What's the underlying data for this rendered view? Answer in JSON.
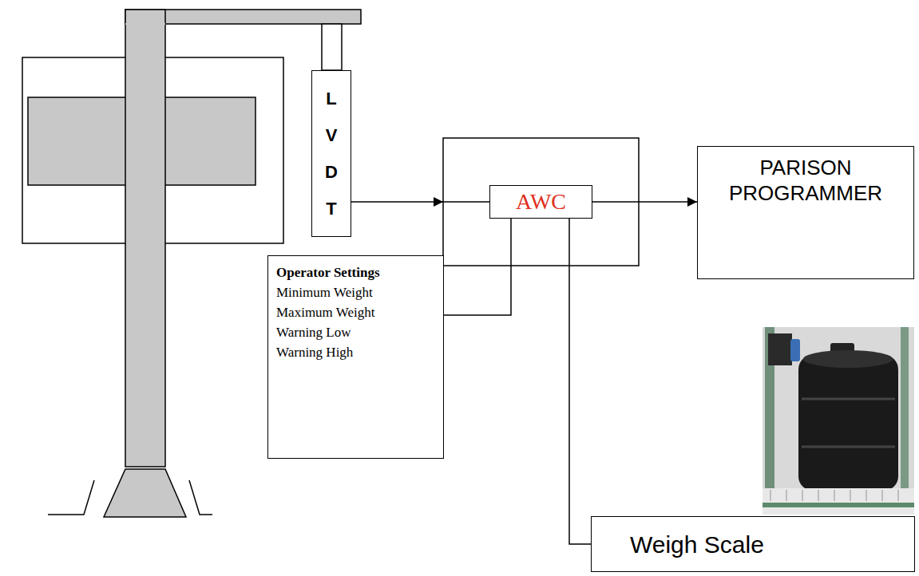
{
  "diagram": {
    "nodes": [
      {
        "text": [
          "L V D T"
        ]
      },
      {
        "text": [
          "AWC"
        ]
      },
      {
        "text": [
          "PARISON PROGRAMMER"
        ]
      },
      {
        "text": [
          "Operator Settings",
          "Minimum Weight",
          "Maximum Weight",
          "Warning Low",
          "Warning High"
        ]
      },
      {
        "text": [
          "Weigh Scale"
        ]
      }
    ],
    "edges": [
      {
        "from": 0,
        "to": 1,
        "arrow": "to"
      },
      {
        "from": 1,
        "to": 2,
        "arrow": "to"
      },
      {
        "from": 3,
        "to": 1,
        "arrow": "none"
      },
      {
        "from": 1,
        "to": 4,
        "arrow": "none"
      }
    ]
  }
}
